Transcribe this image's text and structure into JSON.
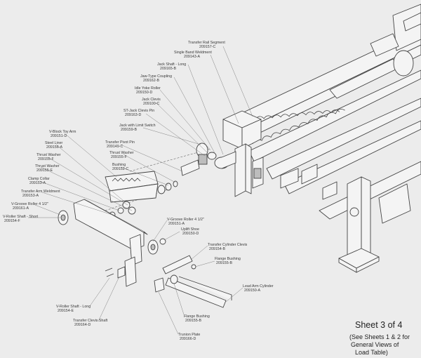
{
  "sheet": {
    "title": "Sheet 3 of 4",
    "note_lines": [
      "(See Sheets  1 & 2 for",
      "General Views of",
      "Load Table)"
    ]
  },
  "callouts": [
    {
      "name": "Transfer Rail Segment",
      "part": "209157-C"
    },
    {
      "name": "Single Band Weldment",
      "part": "209143-A"
    },
    {
      "name": "Jack Shaft - Long",
      "part": "209165-B"
    },
    {
      "name": "Jaw-Type Coupling",
      "part": "209162-B"
    },
    {
      "name": "Idle Yoke Roller",
      "part": "209150-D"
    },
    {
      "name": "Jack Clevis",
      "part": "209100-C"
    },
    {
      "name": "ST-Jack Clevis Pin",
      "part": "209163-D"
    },
    {
      "name": "Jack with Limit Switch",
      "part": "209159-B"
    },
    {
      "name": "V-Block Toy Arm",
      "part": "209151-D"
    },
    {
      "name": "Transfer Pivot Pin",
      "part": "209149-C"
    },
    {
      "name": "Steel Liner",
      "part": "209156-A"
    },
    {
      "name": "Thrust Washer",
      "part": "209155-F"
    },
    {
      "name": "Thrust Washer",
      "part": "209155-F"
    },
    {
      "name": "Bushing",
      "part": "209152-C"
    },
    {
      "name": "Thrust Washer",
      "part": "209155-E"
    },
    {
      "name": "Clamp Collar",
      "part": "209153-A"
    },
    {
      "name": "Transfer Arm Weldment",
      "part": "209153-A"
    },
    {
      "name": "V-Groove Roller 4 1/2\"",
      "part": "209161-A"
    },
    {
      "name": "V-Roller Shaft - Short",
      "part": "209154-F"
    },
    {
      "name": "V-Groove Roller 4 1/2\"",
      "part": "209151-A"
    },
    {
      "name": "Uplift Shoe",
      "part": "209150-D"
    },
    {
      "name": "Transfer Cylinder Clevis",
      "part": "209154-B"
    },
    {
      "name": "Flange Bushing",
      "part": "209155-B"
    },
    {
      "name": "Lead Arm Cylinder",
      "part": "209150-A"
    },
    {
      "name": "V-Roller Shaft - Long",
      "part": "209154-E"
    },
    {
      "name": "Transfer Clevis Shaft",
      "part": "209164-D"
    },
    {
      "name": "Flange Bushing",
      "part": "209155-B"
    },
    {
      "name": "Trunion Plate",
      "part": "209166-D"
    }
  ]
}
